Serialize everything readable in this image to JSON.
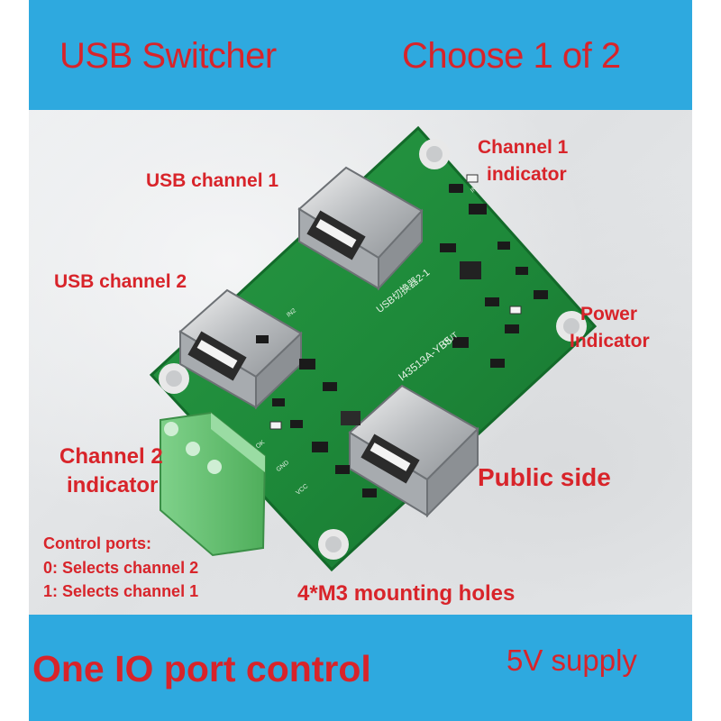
{
  "header": {
    "title_left": "USB Switcher",
    "title_right": "Choose 1 of 2"
  },
  "labels": {
    "usb_channel_1": "USB channel 1",
    "usb_channel_2": "USB channel 2",
    "channel_1_indicator_line1": "Channel 1",
    "channel_1_indicator_line2": "indicator",
    "power_indicator_line1": "Power",
    "power_indicator_line2": "Indicator",
    "channel_2_indicator_line1": "Channel 2",
    "channel_2_indicator_line2": "indicator",
    "public_side": "Public side",
    "control_ports_line1": "Control ports:",
    "control_ports_line2": "0: Selects channel 2",
    "control_ports_line3": "1: Selects channel 1",
    "mounting_holes": "4*M3 mounting holes"
  },
  "footer": {
    "left": "One IO port control",
    "right": "5V supply"
  },
  "board_silkscreen": {
    "product_name": "USB切换器2-1",
    "part_code": "I43513A-YB5",
    "in1": "IN1",
    "in2": "IN2",
    "out": "OUT",
    "pin_ok": "OK",
    "pin_gnd": "GND",
    "pin_vcc": "VCC"
  },
  "colors": {
    "banner": "#2ea9df",
    "label_red": "#d8242a",
    "pcb_green": "#1f8a3a",
    "terminal_green": "#5fbf6c"
  }
}
